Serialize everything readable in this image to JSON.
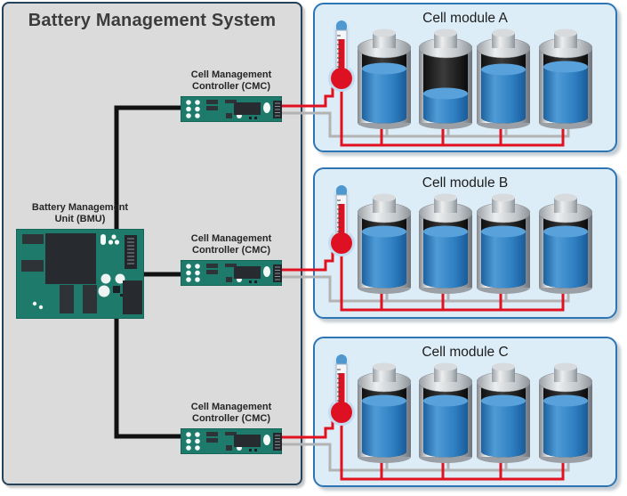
{
  "diagram": {
    "system_box": {
      "title": "Battery Management System"
    },
    "bmu": {
      "label_line1": "Battery Management",
      "label_line2": "Unit (BMU)"
    },
    "cmcs": [
      {
        "label_line1": "Cell Management",
        "label_line2": "Controller (CMC)"
      },
      {
        "label_line1": "Cell Management",
        "label_line2": "Controller (CMC)"
      },
      {
        "label_line1": "Cell Management",
        "label_line2": "Controller (CMC)"
      }
    ],
    "modules": [
      {
        "label": "Cell module A",
        "cell_fill_levels": [
          0.76,
          0.35,
          0.74,
          0.78
        ]
      },
      {
        "label": "Cell module B",
        "cell_fill_levels": [
          0.78,
          0.78,
          0.78,
          0.78
        ]
      },
      {
        "label": "Cell module C",
        "cell_fill_levels": [
          0.78,
          0.78,
          0.78,
          0.78
        ]
      }
    ],
    "icons": {
      "thermometer": "thermometer-icon",
      "battery": "battery-cell-icon",
      "bmu_board": "circuit-board-icon",
      "cmc_board": "circuit-board-icon"
    },
    "colors": {
      "system_fill": "#dbdbdb",
      "system_border": "#26435c",
      "module_fill": "#dcedf8",
      "module_border": "#2e75b6",
      "pcb_green": "#1e7a6b",
      "wire_black": "#111111",
      "wire_red": "#e1111f",
      "wire_gray": "#b3b3b3",
      "liquid_blue": "#2a77b8",
      "thermometer_red": "#dd1122",
      "thermometer_cap_blue": "#4f97cf"
    }
  }
}
